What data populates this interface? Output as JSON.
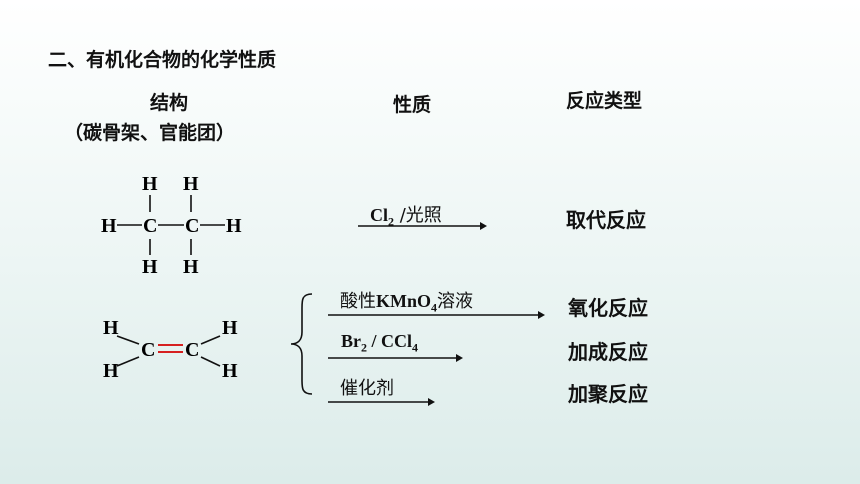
{
  "title": "二、有机化合物的化学性质",
  "columns": {
    "structure": "结构",
    "structure_sub": "（碳骨架、官能团）",
    "property": "性质",
    "reaction_type": "反应类型"
  },
  "ethane": {
    "atoms": {
      "H": "H",
      "C": "C"
    }
  },
  "ethane_reaction": {
    "reagent_prefix": "Cl",
    "reagent_sub": "2",
    "reagent_suffix": " /光照",
    "type": "取代反应"
  },
  "ethylene": {
    "atoms": {
      "H": "H",
      "C": "C"
    },
    "double_bond_color": "#d62020"
  },
  "ethylene_reactions": [
    {
      "reagent_a": "酸性",
      "reagent_b": "KMnO",
      "reagent_sub": "4",
      "reagent_c": "溶液",
      "type": "氧化反应"
    },
    {
      "reagent_a": "Br",
      "reagent_sub": "2",
      "reagent_b": " / CCl",
      "reagent_sub2": "4",
      "type": "加成反应"
    },
    {
      "reagent_a": "催化剂",
      "type": "加聚反应"
    }
  ],
  "colors": {
    "accent_red": "#d62020",
    "background_bottom": "#dcecea"
  }
}
